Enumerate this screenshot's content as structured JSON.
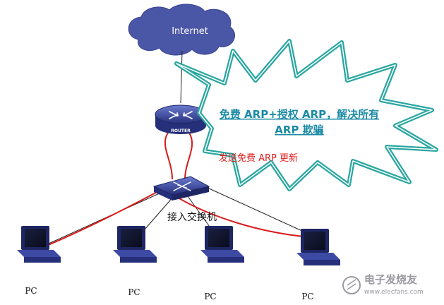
{
  "cloud": {
    "label": "Internet"
  },
  "headline": {
    "line1": "免费 ARP+授权 ARP，解决所有",
    "line2": "ARP 欺骗"
  },
  "router": {
    "label": "ROUTER"
  },
  "annotation": {
    "text": "发送免费 ARP 更新"
  },
  "switch": {
    "label": "接入交换机"
  },
  "pcs": [
    {
      "label": "PC"
    },
    {
      "label": "PC"
    },
    {
      "label": "PC"
    },
    {
      "label": "PC"
    }
  ],
  "watermark": {
    "title": "电子发烧友",
    "url": "www.elecfans.com"
  },
  "colors": {
    "cloud": "#4a56a6",
    "burst_border": "#2aa6a0",
    "headline": "#1b8aa4",
    "arrow": "#d81c1c",
    "link_line": "#222222",
    "device": "#3d4aa3"
  }
}
